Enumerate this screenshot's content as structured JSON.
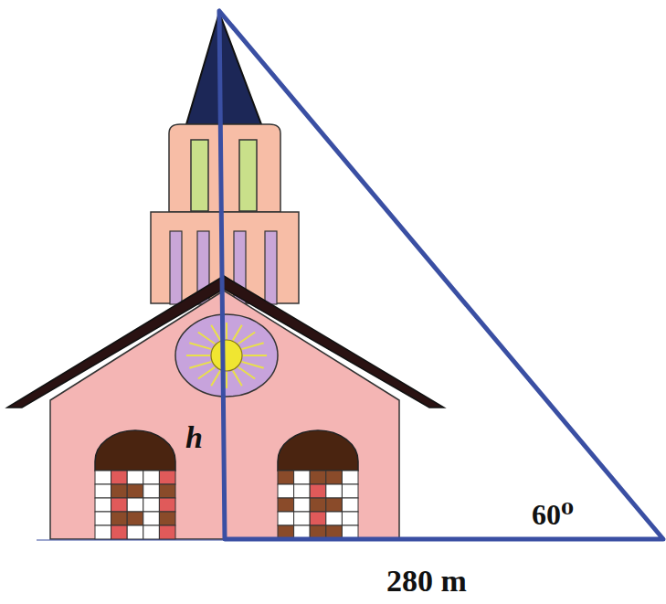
{
  "diagram": {
    "labels": [
      "h",
      "60⁰",
      "280 m"
    ]
  }
}
